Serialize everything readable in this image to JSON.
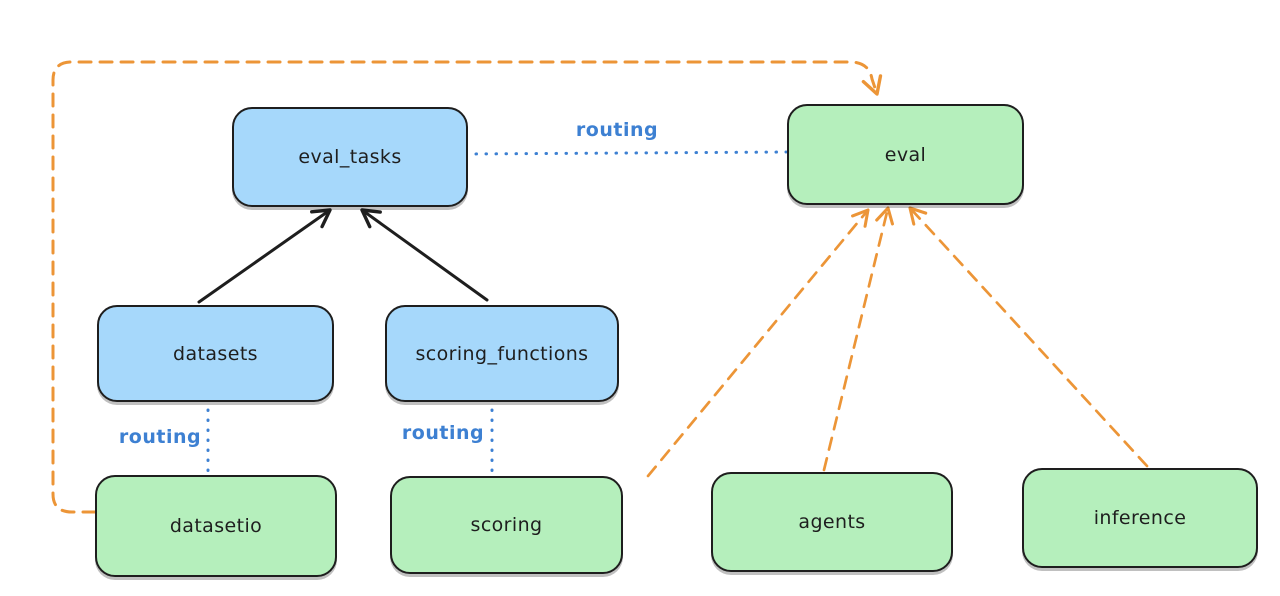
{
  "diagram": {
    "background": "#ffffff",
    "edge_label": "routing",
    "nodes": [
      {
        "id": "eval_tasks",
        "label": "eval_tasks",
        "color": "#a6d8fb"
      },
      {
        "id": "eval",
        "label": "eval",
        "color": "#b5efbc"
      },
      {
        "id": "datasets",
        "label": "datasets",
        "color": "#a6d8fb"
      },
      {
        "id": "scoring_functions",
        "label": "scoring_functions",
        "color": "#a6d8fb"
      },
      {
        "id": "datasetio",
        "label": "datasetio",
        "color": "#b5efbc"
      },
      {
        "id": "scoring",
        "label": "scoring",
        "color": "#b5efbc"
      },
      {
        "id": "agents",
        "label": "agents",
        "color": "#b5efbc"
      },
      {
        "id": "inference",
        "label": "inference",
        "color": "#b5efbc"
      }
    ],
    "edges": [
      {
        "from": "datasets",
        "to": "eval_tasks",
        "style": "solid-black-arrow"
      },
      {
        "from": "scoring_functions",
        "to": "eval_tasks",
        "style": "solid-black-arrow"
      },
      {
        "from": "eval_tasks",
        "to": "eval",
        "style": "dotted-blue",
        "label": "routing"
      },
      {
        "from": "datasets",
        "to": "datasetio",
        "style": "dotted-blue",
        "label": "routing"
      },
      {
        "from": "scoring_functions",
        "to": "scoring",
        "style": "dotted-blue",
        "label": "routing"
      },
      {
        "from": "datasetio",
        "to": "eval",
        "style": "dashed-orange-arrow"
      },
      {
        "from": "scoring",
        "to": "eval",
        "style": "dashed-orange-arrow"
      },
      {
        "from": "agents",
        "to": "eval",
        "style": "dashed-orange-arrow"
      },
      {
        "from": "inference",
        "to": "eval",
        "style": "dashed-orange-arrow"
      }
    ],
    "colors": {
      "node_blue_fill": "#a6d8fb",
      "node_green_fill": "#b5efbc",
      "stroke": "#1e1e1e",
      "orange_dashed": "#ec9537",
      "routing_blue": "#3d80d2"
    }
  }
}
